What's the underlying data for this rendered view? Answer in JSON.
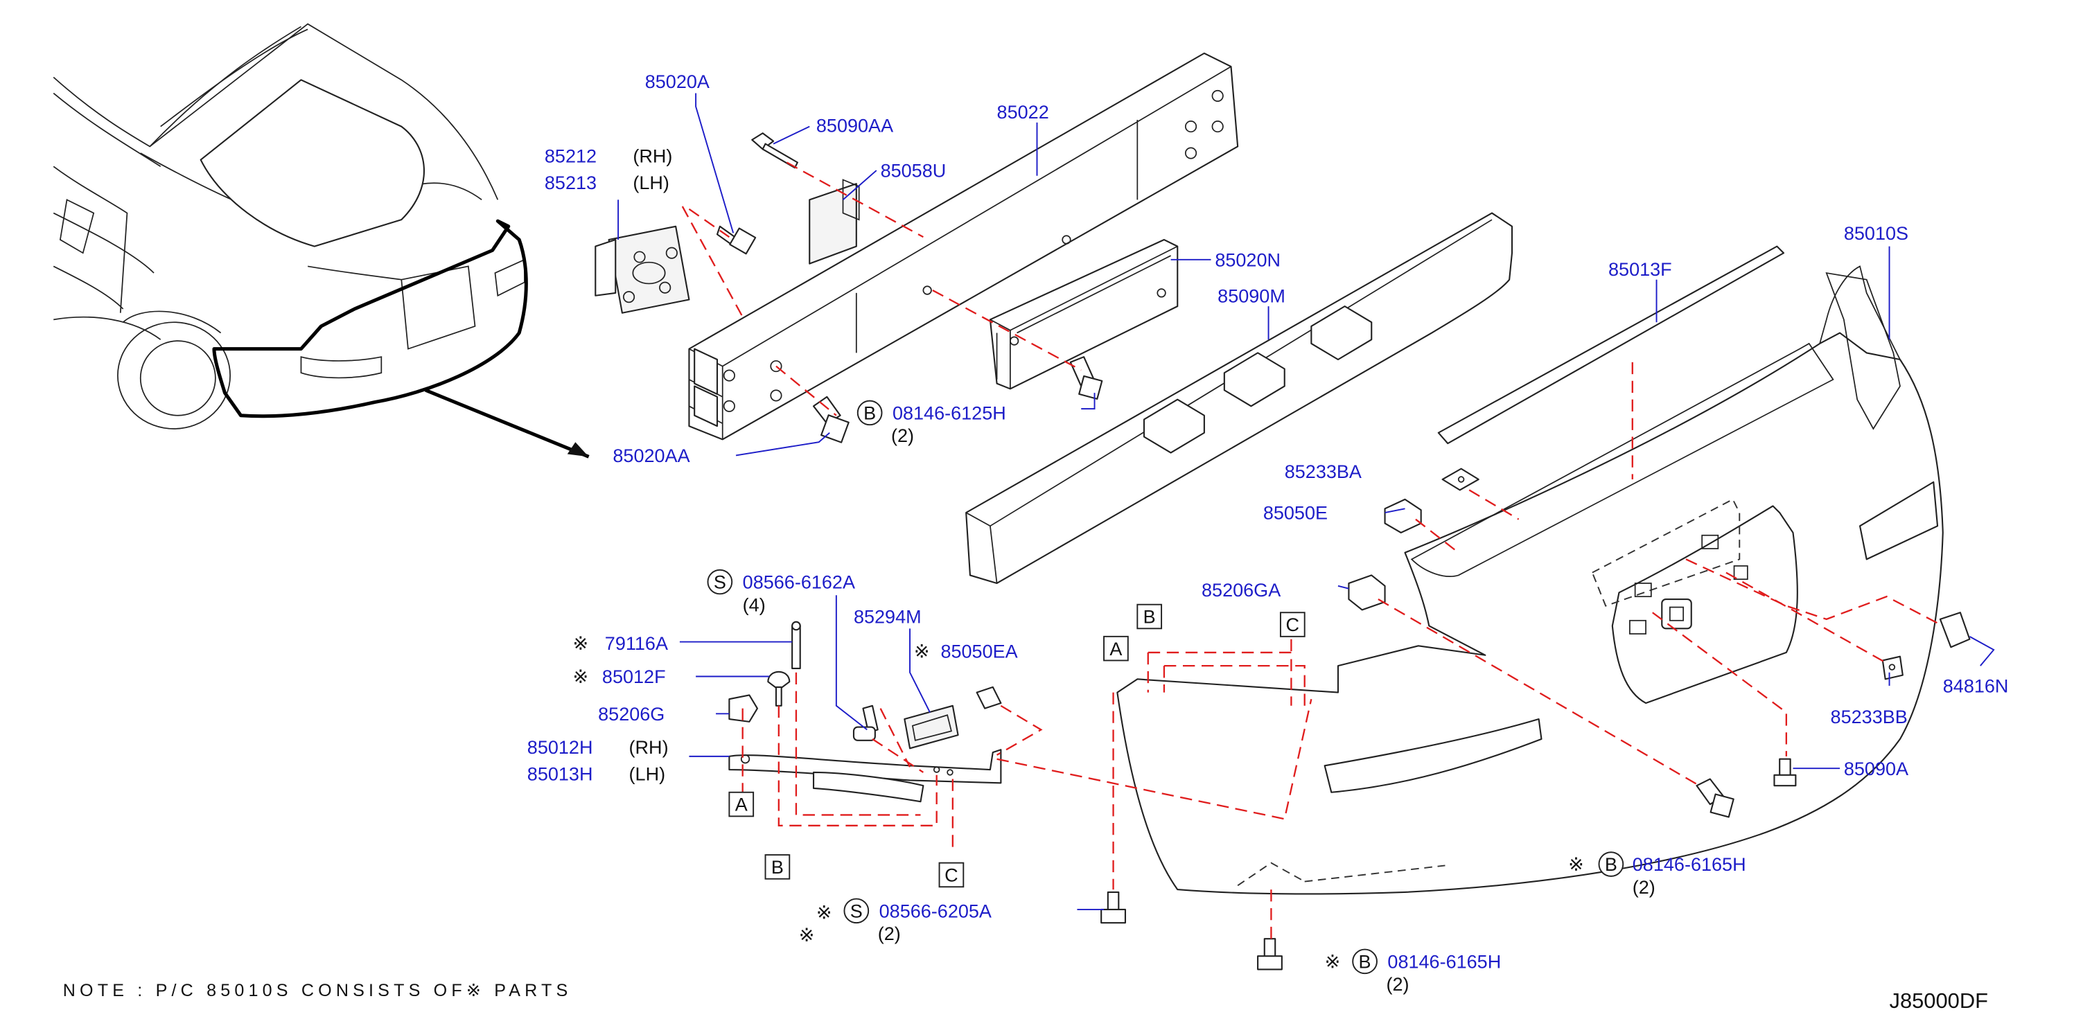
{
  "parts": {
    "p85020A": "85020A",
    "p85090AA": "85090AA",
    "p85022": "85022",
    "p85212": "85212",
    "p85213": "85213",
    "p85058U": "85058U",
    "p85020N": "85020N",
    "p85090M": "85090M",
    "p85013F": "85013F",
    "p85010S": "85010S",
    "p08146_6125H": "08146-6125H",
    "p85020AA": "85020AA",
    "p85233BA": "85233BA",
    "p85050E": "85050E",
    "p85206GA": "85206GA",
    "p08566_6162A": "08566-6162A",
    "p85294M": "85294M",
    "p79116A": "79116A",
    "p85050EA": "85050EA",
    "p85012F": "85012F",
    "p85206G": "85206G",
    "p85012H": "85012H",
    "p85013H": "85013H",
    "p84816N": "84816N",
    "p85233BB": "85233BB",
    "p85090A": "85090A",
    "p08146_6165H_a": "08146-6165H",
    "p08566_6205A": "08566-6205A",
    "p08146_6165H_b": "08146-6165H"
  },
  "qualifiers": {
    "rh": "(RH)",
    "lh": "(LH)",
    "qty2": "(2)",
    "qty4": "(4)"
  },
  "symbols": {
    "kome": "※",
    "b": "B",
    "s": "S"
  },
  "refs": {
    "a": "A",
    "b": "B",
    "c": "C"
  },
  "note": "NOTE : P/C 85010S CONSISTS OF※ PARTS",
  "diagram_code": "J85000DF",
  "colors": {
    "label_blue": "#1d1dc8",
    "dash_red": "#e01d1d",
    "line": "#222222"
  }
}
